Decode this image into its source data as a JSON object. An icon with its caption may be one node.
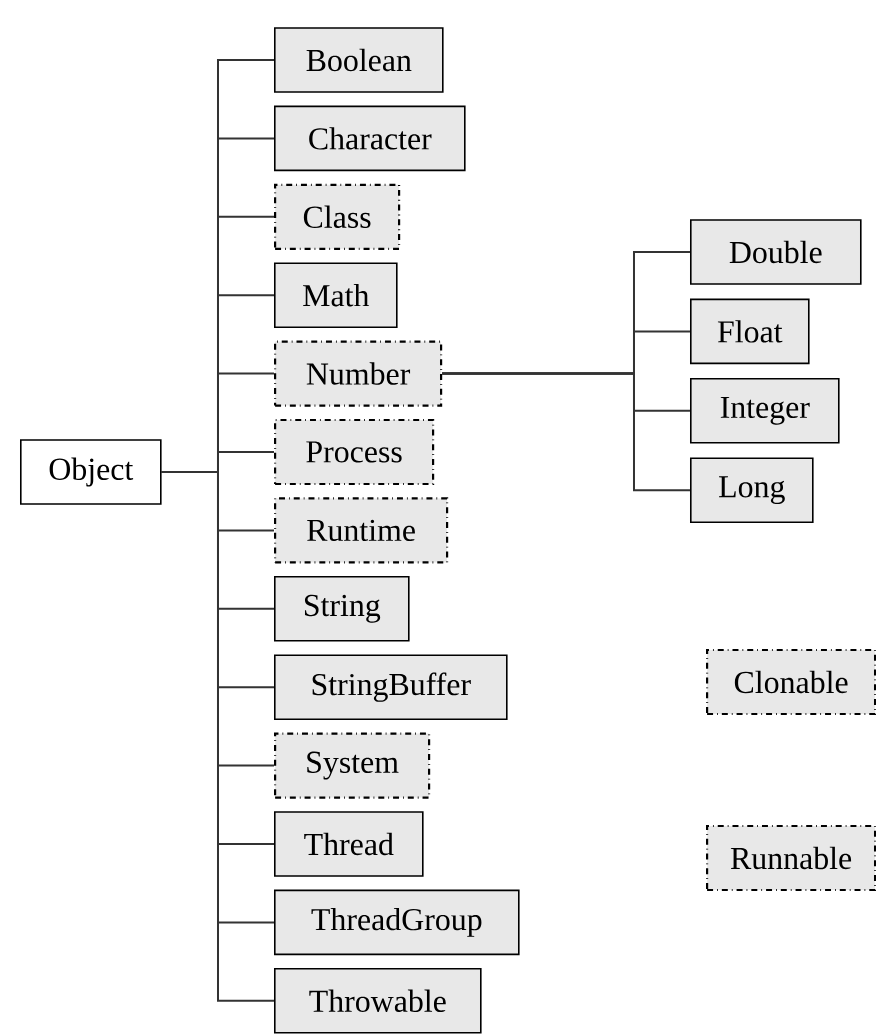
{
  "diagram": {
    "nodes": [
      {
        "text": [
          "Object"
        ]
      },
      {
        "text": [
          "Boolean"
        ]
      },
      {
        "text": [
          "Character"
        ]
      },
      {
        "text": [
          "Class"
        ]
      },
      {
        "text": [
          "Math"
        ]
      },
      {
        "text": [
          "Number"
        ]
      },
      {
        "text": [
          "Process"
        ]
      },
      {
        "text": [
          "Runtime"
        ]
      },
      {
        "text": [
          "String"
        ]
      },
      {
        "text": [
          "StringBuffer"
        ]
      },
      {
        "text": [
          "System"
        ]
      },
      {
        "text": [
          "Thread"
        ]
      },
      {
        "text": [
          "ThreadGroup"
        ]
      },
      {
        "text": [
          "Throwable"
        ]
      },
      {
        "text": [
          "Double"
        ]
      },
      {
        "text": [
          "Float"
        ]
      },
      {
        "text": [
          "Integer"
        ]
      },
      {
        "text": [
          "Long"
        ]
      },
      {
        "text": [
          "Clonable"
        ]
      },
      {
        "text": [
          "Runnable"
        ]
      }
    ],
    "edges": [
      {
        "from": 0,
        "to": 1,
        "arrow": "none"
      },
      {
        "from": 0,
        "to": 2,
        "arrow": "none"
      },
      {
        "from": 0,
        "to": 3,
        "arrow": "none"
      },
      {
        "from": 0,
        "to": 4,
        "arrow": "none"
      },
      {
        "from": 0,
        "to": 5,
        "arrow": "none"
      },
      {
        "from": 0,
        "to": 6,
        "arrow": "none"
      },
      {
        "from": 0,
        "to": 7,
        "arrow": "none"
      },
      {
        "from": 0,
        "to": 8,
        "arrow": "none"
      },
      {
        "from": 0,
        "to": 9,
        "arrow": "none"
      },
      {
        "from": 0,
        "to": 10,
        "arrow": "none"
      },
      {
        "from": 0,
        "to": 11,
        "arrow": "none"
      },
      {
        "from": 0,
        "to": 12,
        "arrow": "none"
      },
      {
        "from": 0,
        "to": 13,
        "arrow": "none"
      },
      {
        "from": 5,
        "to": 14,
        "arrow": "none"
      },
      {
        "from": 5,
        "to": 15,
        "arrow": "none"
      },
      {
        "from": 5,
        "to": 16,
        "arrow": "none"
      },
      {
        "from": 5,
        "to": 17,
        "arrow": "none"
      }
    ]
  }
}
